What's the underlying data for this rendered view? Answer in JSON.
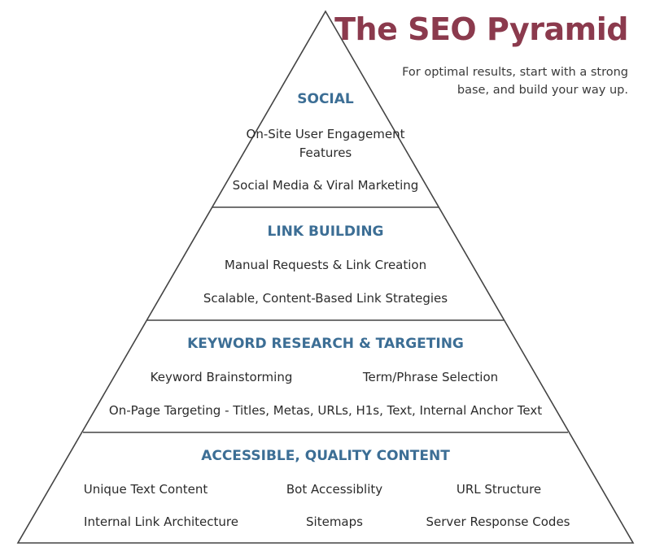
{
  "title": "The SEO Pyramid",
  "subtitle": "For optimal results, start with a strong base, and build your way up.",
  "colors": {
    "title": "#8b3a4d",
    "heading": "#3c6e95",
    "outline": "#444444",
    "text": "#2b2b2b"
  },
  "tiers": [
    {
      "heading": "SOCIAL",
      "items": [
        "On-Site User Engagement Features",
        "Social Media & Viral Marketing"
      ]
    },
    {
      "heading": "LINK BUILDING",
      "items": [
        "Manual Requests & Link Creation",
        "Scalable, Content-Based Link Strategies"
      ]
    },
    {
      "heading": "KEYWORD RESEARCH & TARGETING",
      "items": [
        "Keyword Brainstorming",
        "Term/Phrase Selection",
        "On-Page Targeting - Titles, Metas, URLs, H1s, Text, Internal Anchor Text"
      ]
    },
    {
      "heading": "ACCESSIBLE, QUALITY CONTENT",
      "items": [
        "Unique Text Content",
        "Bot Accessiblity",
        "URL Structure",
        "Internal Link Architecture",
        "Sitemaps",
        "Server Response Codes"
      ]
    }
  ]
}
